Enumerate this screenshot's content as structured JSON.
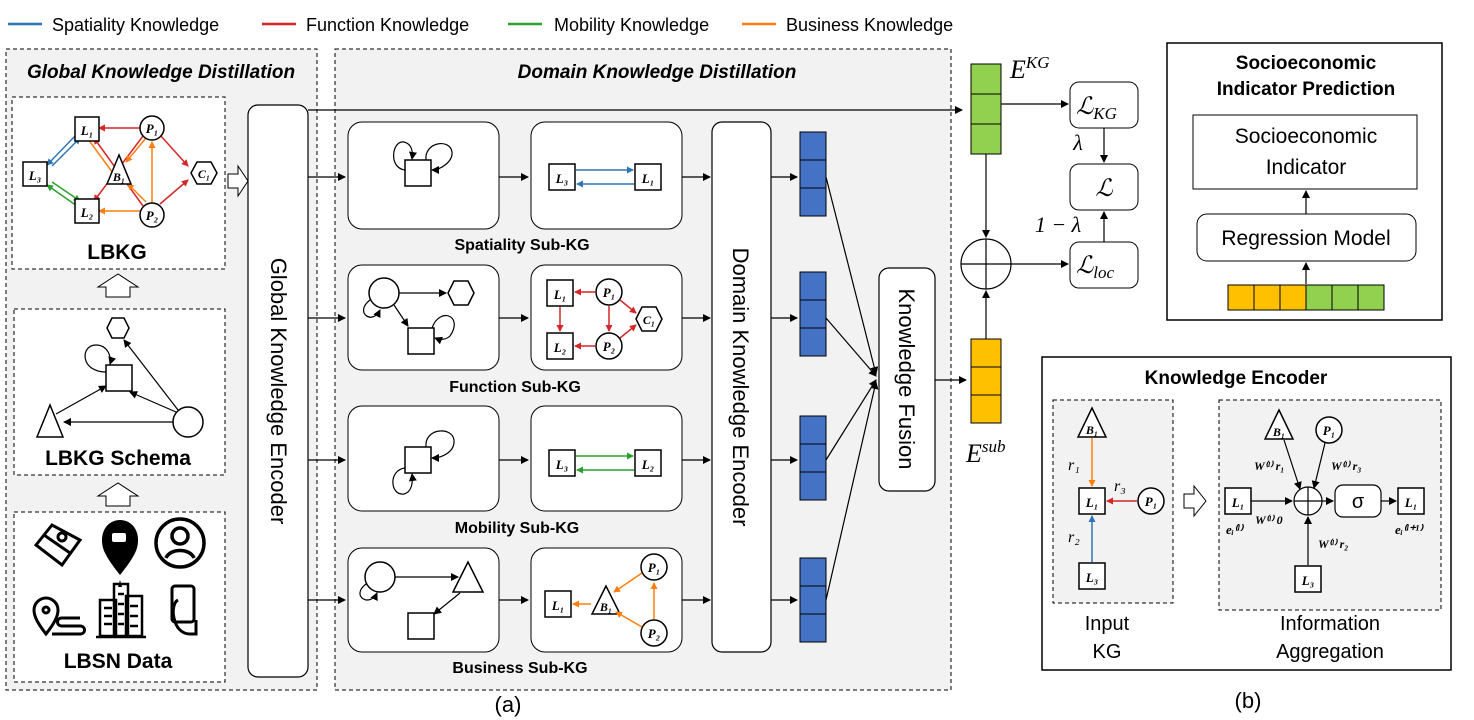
{
  "legend": [
    {
      "label": "Spatiality Knowledge",
      "color": "#2e75b6"
    },
    {
      "label": "Function Knowledge",
      "color": "#d62728"
    },
    {
      "label": "Mobility Knowledge",
      "color": "#2ca02c"
    },
    {
      "label": "Business Knowledge",
      "color": "#ff7f0e"
    }
  ],
  "panel_a": {
    "global_title": "Global Knowledge Distillation",
    "domain_title": "Domain Knowledge Distillation",
    "lbkg_label": "LBKG",
    "schema_label": "LBKG Schema",
    "lbsn_label": "LBSN Data",
    "global_encoder": "Global Knowledge Encoder",
    "domain_encoder": "Domain Knowledge Encoder",
    "fusion": "Knowledge Fusion",
    "subkgs": [
      "Spatiality  Sub-KG",
      "Function  Sub-KG",
      "Mobility  Sub-KG",
      "Business  Sub-KG"
    ],
    "caption": "(a)"
  },
  "nodes": {
    "L1": "L₁",
    "L2": "L₂",
    "L3": "L₃",
    "P1": "P₁",
    "P2": "P₂",
    "B1": "B₁",
    "C1": "C₁"
  },
  "losses": {
    "ekg_base": "E",
    "ekg_sup": "KG",
    "esub_base": "E",
    "esub_sup": "sub",
    "l_kg_base": "ℒ",
    "l_kg_sub": "KG",
    "l_total": "ℒ",
    "l_loc_base": "ℒ",
    "l_loc_sub": "loc",
    "lambda": "λ",
    "one_minus_lambda": "1 − λ"
  },
  "socio": {
    "title_line1": "Socioeconomic",
    "title_line2": "Indicator Prediction",
    "indicator_line1": "Socioeconomic",
    "indicator_line2": "Indicator",
    "regression": "Regression Model"
  },
  "encoder_b": {
    "title": "Knowledge Encoder",
    "input_line1": "Input",
    "input_line2": "KG",
    "agg_line1": "Information",
    "agg_line2": "Aggregation",
    "r1": "r₁",
    "r2": "r₂",
    "r3": "r₃",
    "sigma": "σ",
    "w_r1": "W⁽ˡ⁾ r₁",
    "w_r3": "W⁽ˡ⁾ r₃",
    "w_0": "W⁽ˡ⁾ 0",
    "w_r2": "W⁽ˡ⁾ r₂",
    "e_l": "eᵢ⁽ˡ⁾",
    "e_l1": "eᵢ⁽ˡ⁺¹⁾",
    "caption": "(b)"
  },
  "colors": {
    "blue": "#2e75b6",
    "red": "#d62728",
    "green": "#2ca02c",
    "orange": "#ff7f0e",
    "block_blue": "#4472c4",
    "block_green": "#92d050",
    "block_yellow": "#ffc000",
    "panel_gray": "#f2f2f2"
  }
}
